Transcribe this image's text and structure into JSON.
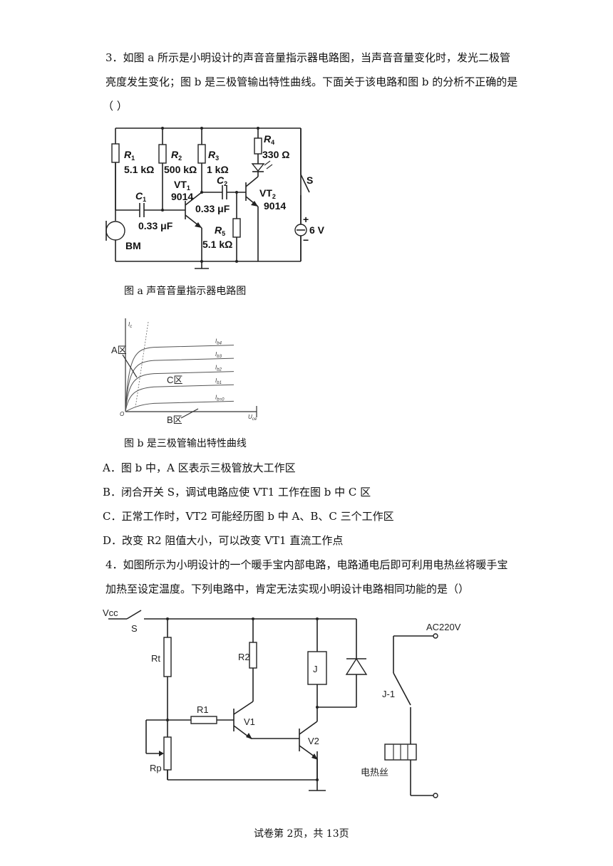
{
  "question3": {
    "line1": "3．如图 a 所示是小明设计的声音音量指示器电路图，当声音音量变化时，发光二极管",
    "line2": "亮度发生变化；图 b 是三极管输出特性曲线。下面关于该电路和图 b 的分析不正确的是",
    "line3": "（  ）",
    "fig_a_caption": "图 a 声音音量指示器电路图",
    "fig_b_caption": "图 b 是三极管输出特性曲线",
    "options": [
      "A．图 b 中，A 区表示三极管放大工作区",
      "B．闭合开关 S，调试电路应使 VT1 工作在图 b 中 C 区",
      "C．正常工作时，VT2 可能经历图 b 中 A、B、C 三个工作区",
      "D．改变 R2 阻值大小，可以改变 VT1 直流工作点"
    ]
  },
  "question4": {
    "line1": "4．如图所示为小明设计的一个暖手宝内部电路，电路通电后即可利用电热丝将暖手宝",
    "line2": "加热至设定温度。下列电路中，肯定无法实现小明设计电路相同功能的是（）"
  },
  "circuit_a": {
    "R1": "R",
    "R1_sub": "1",
    "R1_val": "5.1 kΩ",
    "R2": "R",
    "R2_sub": "2",
    "R2_val": "500 kΩ",
    "R3": "R",
    "R3_sub": "3",
    "R3_val": "1 kΩ",
    "R4": "R",
    "R4_sub": "4",
    "R4_val": "330 Ω",
    "R5": "R",
    "R5_sub": "5",
    "R5_val": "5.1 kΩ",
    "C1": "C",
    "C1_sub": "1",
    "C1_val": "0.33 μF",
    "C2": "C",
    "C2_sub": "2",
    "C2_val": "0.33 μF",
    "VT1": "VT",
    "VT1_sub": "1",
    "VT1_model": "9014",
    "VT2": "VT",
    "VT2_sub": "2",
    "VT2_model": "9014",
    "switch": "S",
    "battery": "6 V",
    "plus": "+",
    "minus": "−",
    "mic": "BM"
  },
  "curve_b": {
    "y_axis": "I",
    "y_axis_sub": "c",
    "x_axis": "U",
    "x_axis_sub": "ce",
    "origin": "O",
    "region_a": "A区",
    "region_b": "B区",
    "region_c": "C区",
    "curves": [
      "I",
      "I",
      "I",
      "I",
      "I"
    ],
    "curve_subs": [
      "b4",
      "b3",
      "b2",
      "b1",
      "b=0"
    ],
    "levels": [
      0.78,
      0.62,
      0.46,
      0.3,
      0.1
    ]
  },
  "circuit_4": {
    "vcc": "Vcc",
    "switch": "S",
    "Rt": "Rt",
    "R2": "R2",
    "R1": "R1",
    "V1": "V1",
    "V2": "V2",
    "Rp": "Rp",
    "relay": "J",
    "ac": "AC220V",
    "contact": "J-1",
    "heater": "电热丝"
  },
  "footer": "试卷第 2页，共 13页"
}
